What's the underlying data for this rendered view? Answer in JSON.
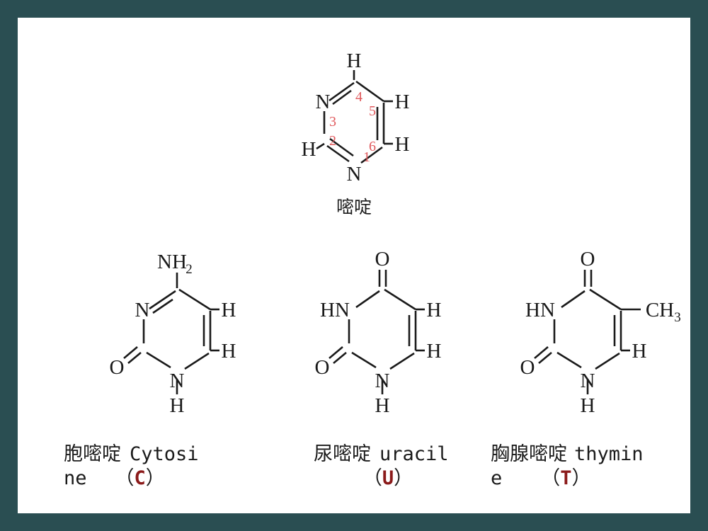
{
  "slide": {
    "background": "#ffffff",
    "border_color": "#2a4e52",
    "accent_red": "#8b1a1a",
    "ring_number_color": "#e0595c"
  },
  "pyrimidine": {
    "label": "嘧啶",
    "atoms": {
      "n3": "N",
      "n1": "N",
      "h_top": "H",
      "h_left": "H",
      "h_c5": "H",
      "h_c6": "H"
    },
    "ring_numbers": [
      "1",
      "2",
      "3",
      "4",
      "5",
      "6"
    ]
  },
  "cytosine": {
    "atoms": {
      "amine": "NH",
      "amine_sub": "2",
      "n3": "N",
      "n1": "N",
      "h_n1": "H",
      "oxygen": "O",
      "h_c5": "H",
      "h_c6": "H"
    },
    "caption_line1_cjk": "胞嘧啶",
    "caption_line1_latin": "Cytosi",
    "caption_line2_latin": "ne",
    "caption_paren_open": "（",
    "caption_letter": "C",
    "caption_paren_close": "）"
  },
  "uracil": {
    "atoms": {
      "o_top": "O",
      "hn3": "HN",
      "n1": "N",
      "h_n1": "H",
      "o_left": "O",
      "h_c5": "H",
      "h_c6": "H"
    },
    "caption_line1_cjk": "尿嘧啶",
    "caption_line1_latin": "uracil",
    "caption_paren_open": "（",
    "caption_letter": "U",
    "caption_paren_close": "）"
  },
  "thymine": {
    "atoms": {
      "o_top": "O",
      "hn3": "HN",
      "n1": "N",
      "h_n1": "H",
      "o_left": "O",
      "methyl": "CH",
      "methyl_sub": "3",
      "h_c6": "H"
    },
    "caption_line1_cjk": "胸腺嘧啶",
    "caption_line1_latin": "thymin",
    "caption_line2_latin": "e",
    "caption_paren_open": "（",
    "caption_letter": "T",
    "caption_paren_close": "）"
  }
}
